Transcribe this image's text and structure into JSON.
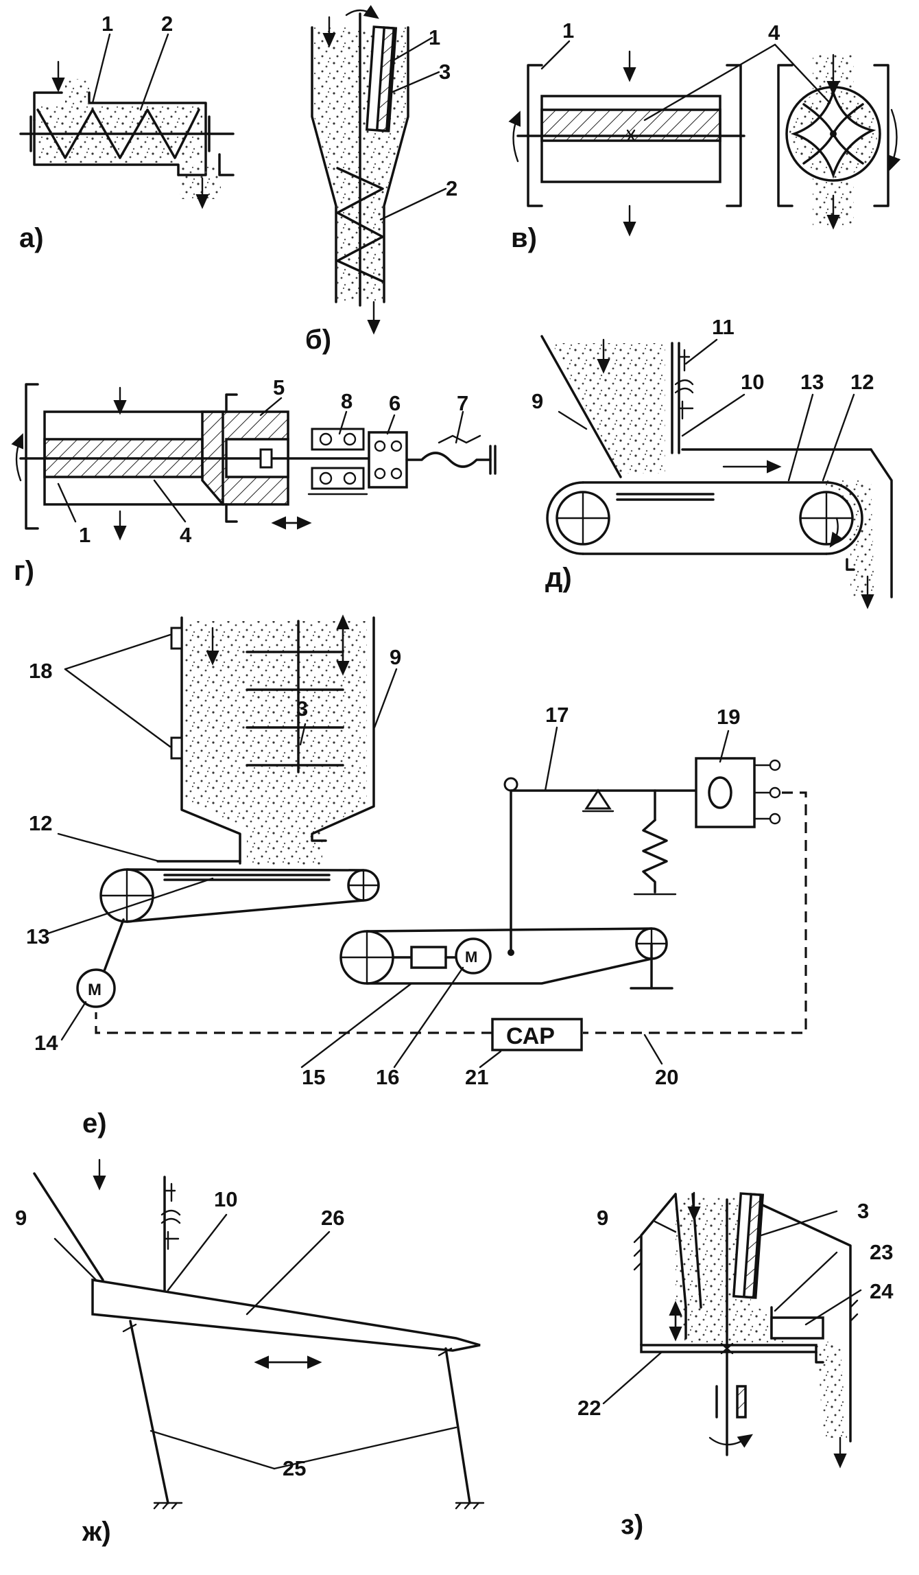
{
  "panels": {
    "a": {
      "caption": "а)",
      "labels": [
        "1",
        "2"
      ]
    },
    "b": {
      "caption": "б)",
      "labels": [
        "1",
        "3",
        "2"
      ]
    },
    "v": {
      "caption": "в)",
      "labels": [
        "1",
        "4"
      ]
    },
    "g": {
      "caption": "г)",
      "labels": [
        "5",
        "8",
        "6",
        "7",
        "1",
        "4"
      ]
    },
    "d": {
      "caption": "д)",
      "labels": [
        "11",
        "9",
        "10",
        "13",
        "12"
      ]
    },
    "e": {
      "caption": "е)",
      "labels": [
        "18",
        "3",
        "9",
        "17",
        "19",
        "12",
        "13",
        "14",
        "15",
        "16",
        "21",
        "20"
      ],
      "controller_text": "САР",
      "motor_text": "М"
    },
    "zh": {
      "caption": "ж)",
      "labels": [
        "9",
        "10",
        "26",
        "25"
      ]
    },
    "z": {
      "caption": "з)",
      "labels": [
        "9",
        "3",
        "23",
        "24",
        "22"
      ]
    }
  }
}
